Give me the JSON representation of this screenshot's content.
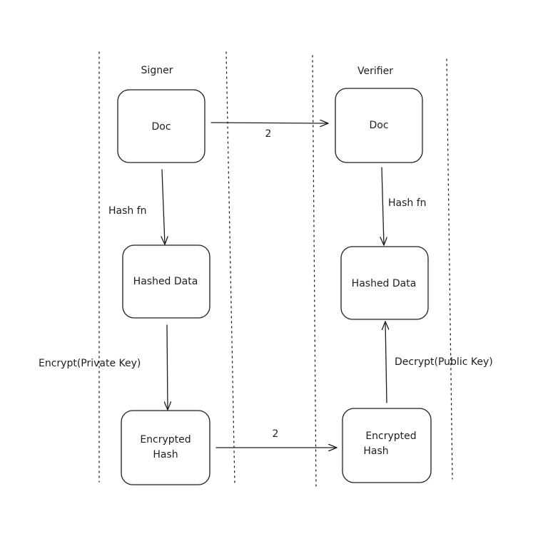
{
  "lanes": {
    "signer": "Signer",
    "verifier": "Verifier"
  },
  "signer": {
    "doc": "Doc",
    "hashed_data": "Hashed Data",
    "encrypted_hash_line1": "Encrypted",
    "encrypted_hash_line2": "Hash"
  },
  "verifier": {
    "doc": "Doc",
    "hashed_data": "Hashed Data",
    "encrypted_hash_line1": "Encrypted",
    "encrypted_hash_line2": "Hash"
  },
  "edges": {
    "doc_transfer": "2",
    "signer_hash_fn": "Hash fn",
    "verifier_hash_fn": "Hash fn",
    "encrypt": "Encrypt(Private Key)",
    "decrypt": "Decrypt(Public Key)",
    "hash_transfer": "2"
  }
}
